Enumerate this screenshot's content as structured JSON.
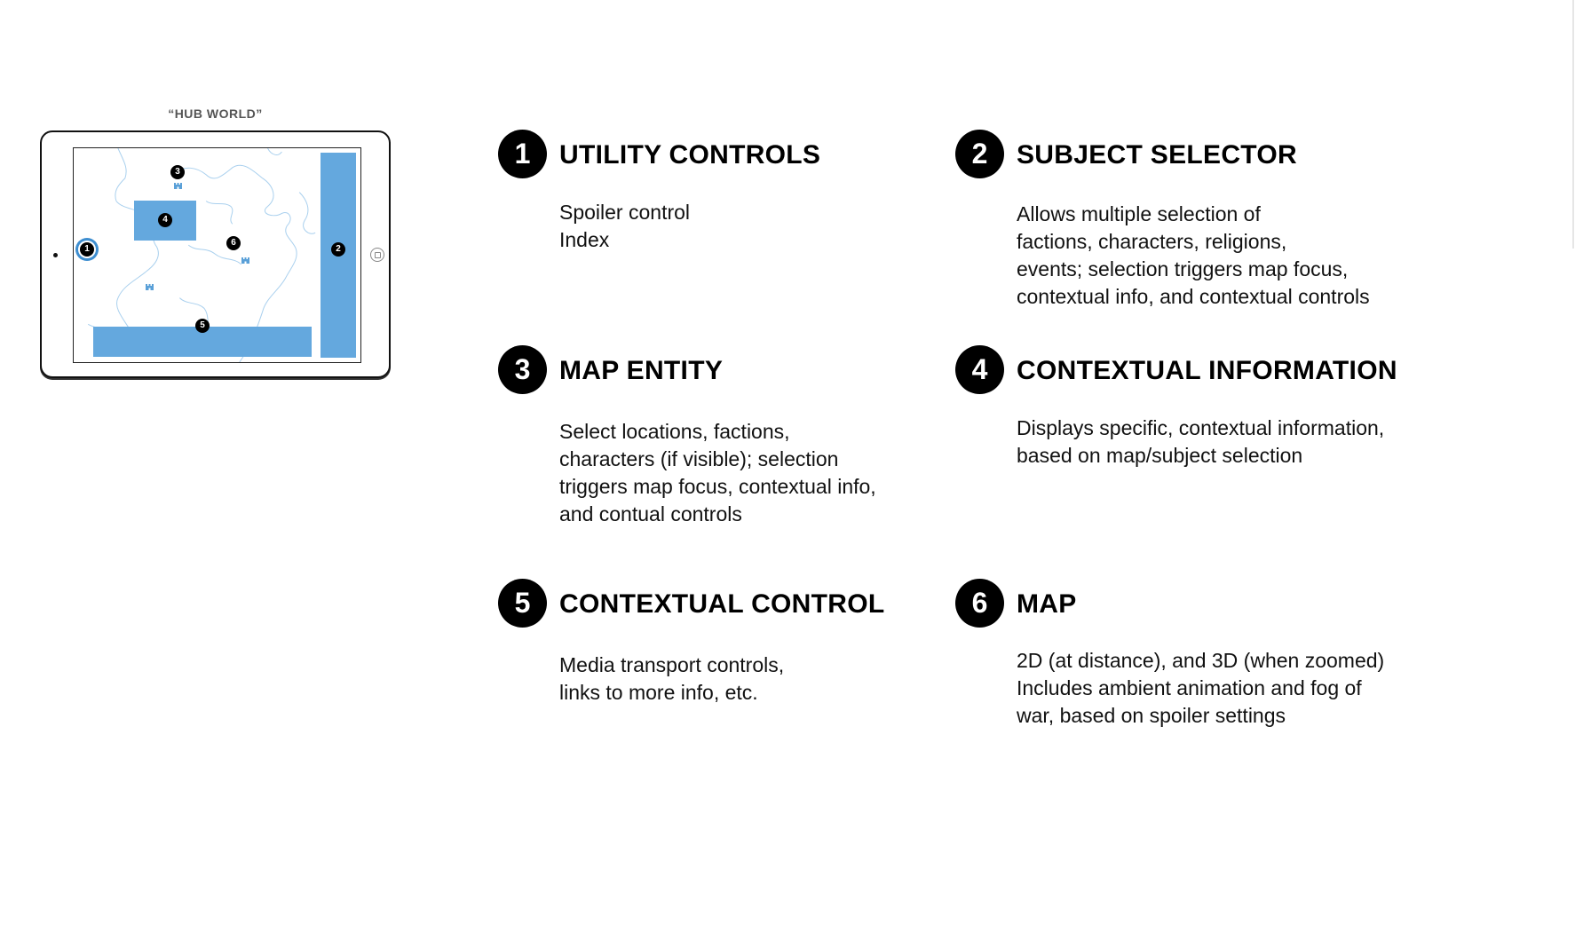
{
  "wireframe": {
    "label": "“HUB WORLD”",
    "badges": [
      "1",
      "2",
      "3",
      "4",
      "5",
      "6"
    ],
    "panel_color": "#64a8de",
    "map_line_color": "#a9d0ee",
    "icons": [
      "castle-icon",
      "camera-icon",
      "home-button-icon"
    ]
  },
  "items": [
    {
      "number": "1",
      "title": "UTILITY CONTROLS",
      "lines": [
        "Spoiler control",
        "Index"
      ]
    },
    {
      "number": "2",
      "title": "SUBJECT SELECTOR",
      "lines": [
        "Allows multiple selection of",
        "factions, characters, religions,",
        "events; selection triggers map focus,",
        "contextual info, and contextual controls"
      ]
    },
    {
      "number": "3",
      "title": "MAP ENTITY",
      "lines": [
        "Select locations, factions,",
        "characters (if visible); selection",
        "triggers map focus, contextual info,",
        "and contual controls"
      ]
    },
    {
      "number": "4",
      "title": "CONTEXTUAL INFORMATION",
      "lines": [
        "Displays specific, contextual information,",
        "based on map/subject selection"
      ]
    },
    {
      "number": "5",
      "title": "CONTEXTUAL CONTROL",
      "lines": [
        "Media transport controls,",
        "links to more info, etc."
      ]
    },
    {
      "number": "6",
      "title": "MAP",
      "lines": [
        "2D (at distance), and 3D (when zoomed)",
        "Includes ambient animation and fog of",
        "war, based on spoiler settings"
      ]
    }
  ]
}
